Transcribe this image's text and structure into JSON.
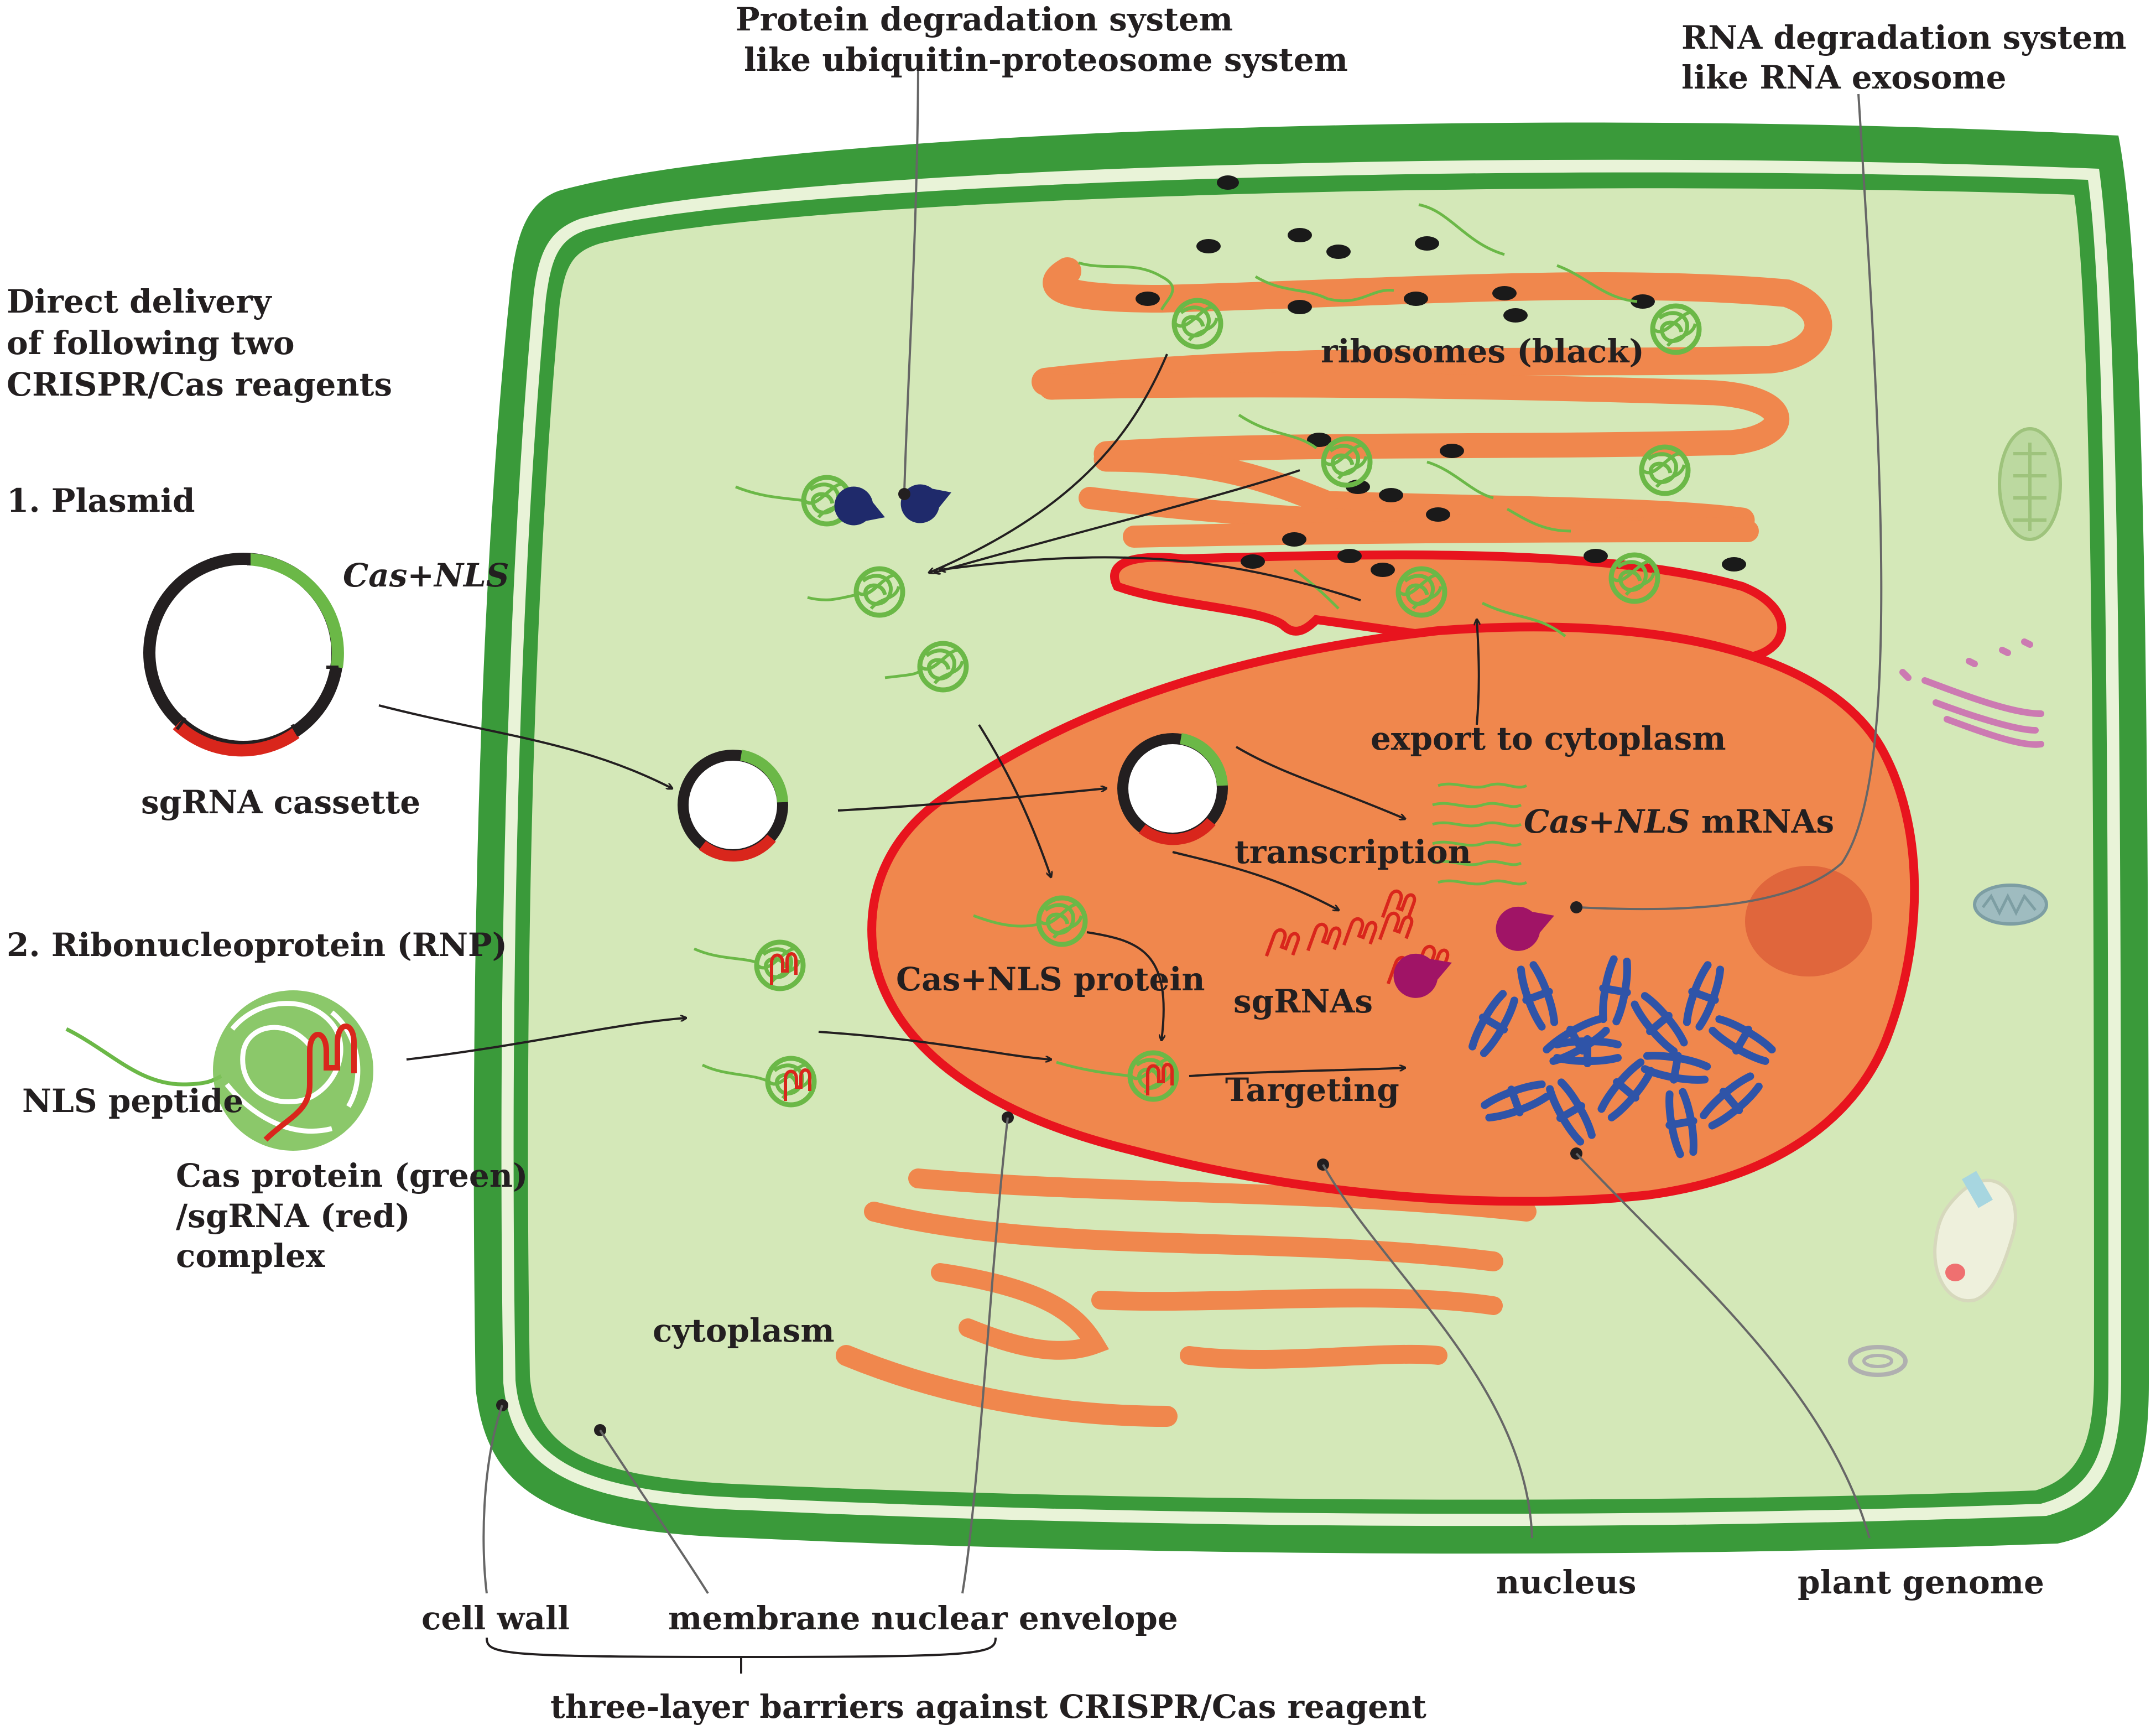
{
  "labels": {
    "protein_degradation_line1": "Protein degradation system",
    "protein_degradation_line2": "like ubiquitin-proteosome system",
    "rna_degradation_line1": "RNA degradation system",
    "rna_degradation_line2": "like RNA exosome",
    "direct_delivery_line1": "Direct delivery",
    "direct_delivery_line2": "of following two",
    "direct_delivery_line3": "CRISPR/Cas reagents",
    "plasmid_heading": "1. Plasmid",
    "cas_nls_italic": "Cas+NLS",
    "sgrna_cassette": "sgRNA cassette",
    "rnp_heading": "2. Ribonucleoprotein (RNP)",
    "nls_peptide": "NLS peptide",
    "cas_complex_line1": "Cas protein (green)",
    "cas_complex_line2": "/sgRNA (red)",
    "cas_complex_line3": "complex",
    "ribosomes": "ribosomes (black)",
    "export": "export to cytoplasm",
    "mrna_italic": "Cas+NLS",
    "mrna_suffix": " mRNAs",
    "transcription": "transcription",
    "cas_nls_protein": "Cas+NLS protein",
    "sgrnas": "sgRNAs",
    "targeting": "Targeting",
    "cytoplasm": "cytoplasm",
    "cell_wall": "cell wall",
    "membrane": "membrane",
    "nuclear_envelope": "nuclear envelope",
    "nucleus": "nucleus",
    "plant_genome": "plant genome",
    "three_layer": "three-layer barriers against CRISPR/Cas reagent"
  },
  "colors": {
    "cell_wall": "#3a9a3a",
    "cytoplasm": "#d4e8b8",
    "er": "#f0874d",
    "nucleus": "#f0874d",
    "nuclear_envelope": "#e8141e",
    "protein": "#6bb847",
    "sgrna": "#d9261c",
    "genome": "#2f54a8",
    "proteasome": "#1f2a6b",
    "exosome": "#a01466",
    "ribosome": "#1a1a1a"
  }
}
